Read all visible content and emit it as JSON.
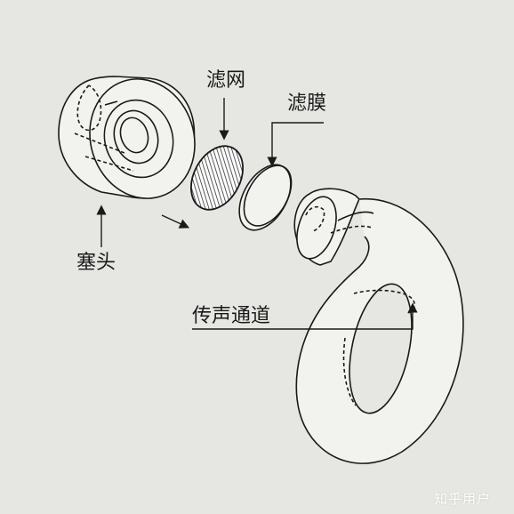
{
  "labels": {
    "filter_mesh": "滤网",
    "filter_membrane": "滤膜",
    "ear_tip": "塞头",
    "sound_channel": "传声通道"
  },
  "watermark": "知乎用户",
  "colors": {
    "background": "#e6e6e2",
    "line": "#1a1a1a",
    "component_fill": "#f2f2ef",
    "watermark": "#ffffff"
  }
}
